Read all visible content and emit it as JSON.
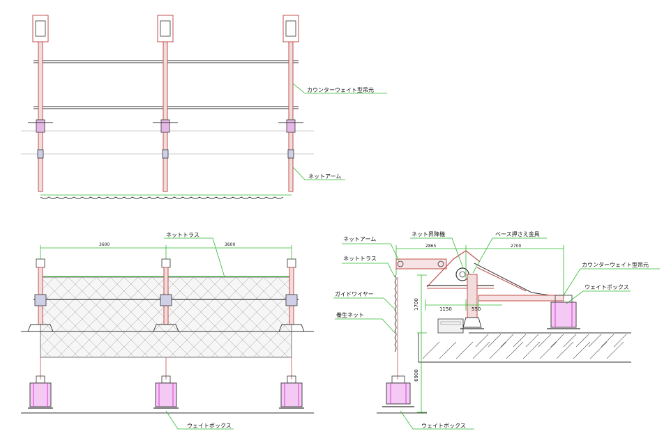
{
  "labels": {
    "counterweight_hanger_top": "カウンターウェイト型吊元",
    "net_arm_top": "ネットアーム",
    "net_truss_front": "ネットトラス",
    "weight_box_front": "ウェイトボックス",
    "net_arm_side": "ネットアーム",
    "net_lift": "ネット昇降機",
    "base_clamp": "ベース押さえ金具",
    "net_truss_side": "ネットトラス",
    "guide_wire": "ガイドワイヤー",
    "curing_net": "養生ネット",
    "counterweight_hanger_side": "カウンターウェイト型吊元",
    "weight_box_side_right": "ウェイトボックス",
    "weight_box_side_bottom": "ウェイトボックス"
  },
  "dimensions": {
    "front_span_left": "3600",
    "front_span_right": "3600",
    "side_top_left": "2865",
    "side_top_right": "2700",
    "side_1150": "1150",
    "side_550": "550",
    "side_1700": "1700",
    "side_6900": "6900"
  },
  "colors": {
    "leader": "#2db82d",
    "post": "#c0504d",
    "frame": "#333333",
    "weight": "#d63ad6",
    "mesh": "#9a9a9a"
  }
}
